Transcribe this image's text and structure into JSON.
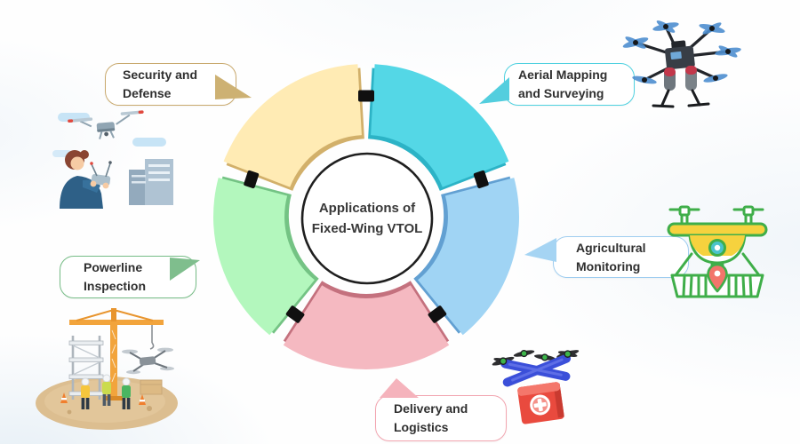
{
  "title": "Applications of Fixed-Wing VTOL",
  "center_label": {
    "line1": "Applications of",
    "line2": "Fixed-Wing VTOL"
  },
  "wheel": {
    "connector_color": "#101010",
    "center_circle": {
      "fill": "#FFFFFF",
      "stroke": "#1F1F1F"
    },
    "segments": [
      {
        "name": "Security and Defense",
        "color": "#FFEBB4",
        "edge_color": "#D2B06A"
      },
      {
        "name": "Aerial Mapping and Surveying",
        "color": "#54D7E6",
        "edge_color": "#2CB3C6"
      },
      {
        "name": "Agricultural Monitoring",
        "color": "#A0D4F4",
        "edge_color": "#62A0D2"
      },
      {
        "name": "Delivery and Logistics",
        "color": "#F5B9C1",
        "edge_color": "#C4717E"
      },
      {
        "name": "Powerline Inspection",
        "color": "#B3F7BD",
        "edge_color": "#74C384"
      }
    ]
  },
  "callouts": {
    "security": {
      "line1": "Security and",
      "line2": "Defense",
      "border_color": "#C9A96E",
      "pointer_color": "#CDB173"
    },
    "aerial": {
      "line1": "Aerial Mapping",
      "line2": "and Surveying",
      "border_color": "#4FD1E0",
      "pointer_color": "#53CEDE"
    },
    "agricultural": {
      "line1": "Agricultural",
      "line2": "Monitoring",
      "border_color": "#9FCDF0",
      "pointer_color": "#A5D4F3"
    },
    "powerline": {
      "line1": "Powerline",
      "line2": "Inspection",
      "border_color": "#76BC86",
      "pointer_color": "#7FBE8D"
    },
    "delivery": {
      "line1": "Delivery and",
      "line2": "Logistics",
      "border_color": "#F2A5B0",
      "pointer_color": "#F5B3BC"
    }
  },
  "illustrations": [
    "security-operator-with-drone",
    "aerial-mapping-hexacopter",
    "agricultural-monitoring-drone",
    "delivery-drone-with-medical-box",
    "powerline-construction-inspection"
  ]
}
